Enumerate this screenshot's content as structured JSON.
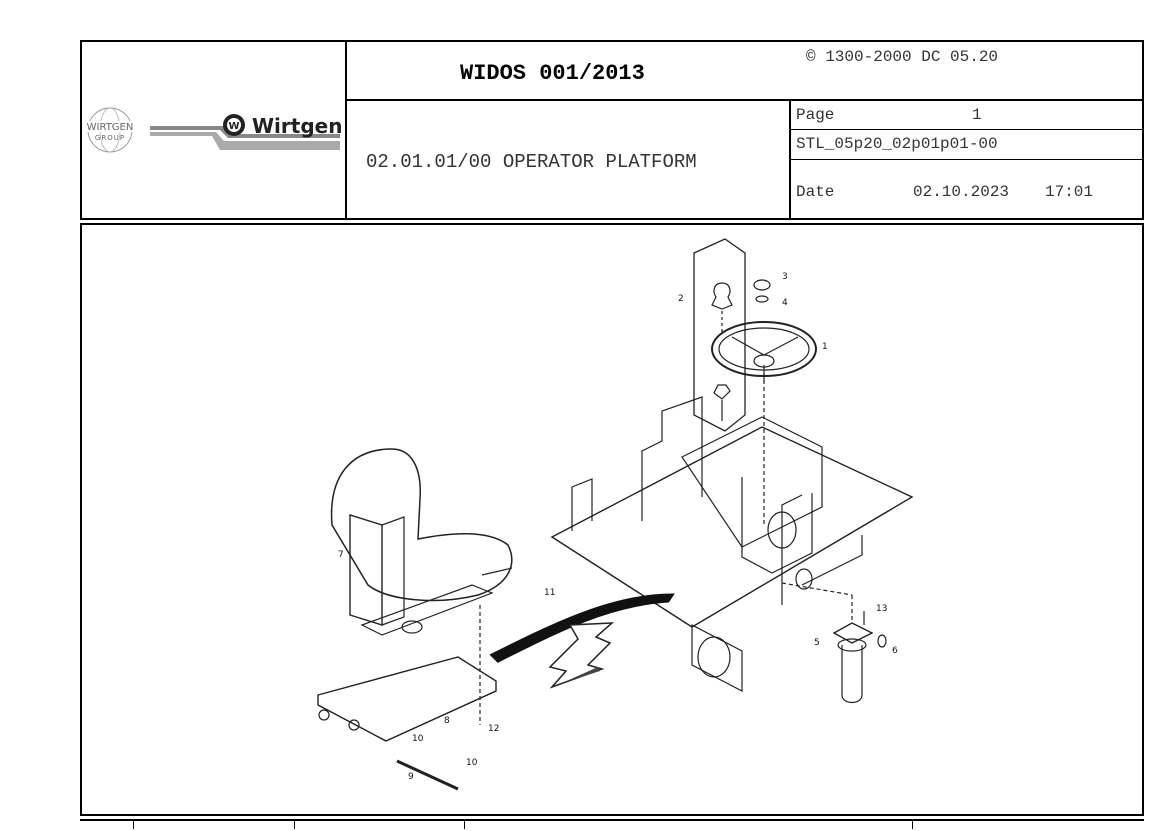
{
  "header": {
    "doc_title": "WIDOS 001/2013",
    "copyright": "© 1300-2000 DC 05.20",
    "section_title": "02.01.01/00 OPERATOR PLATFORM",
    "page_label": "Page",
    "page_number": "1",
    "sheet_id": "STL_05p20_02p01p01-00",
    "date_label": "Date",
    "date_value": "02.10.2023",
    "time_value": "17:01"
  },
  "logos": {
    "group_logo_text": "WIRTGEN",
    "group_logo_subtext": "GROUP",
    "brand_logo_text": "Wirtgen"
  },
  "drawing": {
    "part_labels": [
      "1",
      "2",
      "3",
      "4",
      "5",
      "6",
      "7",
      "8",
      "9",
      "10",
      "10",
      "11",
      "12",
      "13"
    ]
  }
}
